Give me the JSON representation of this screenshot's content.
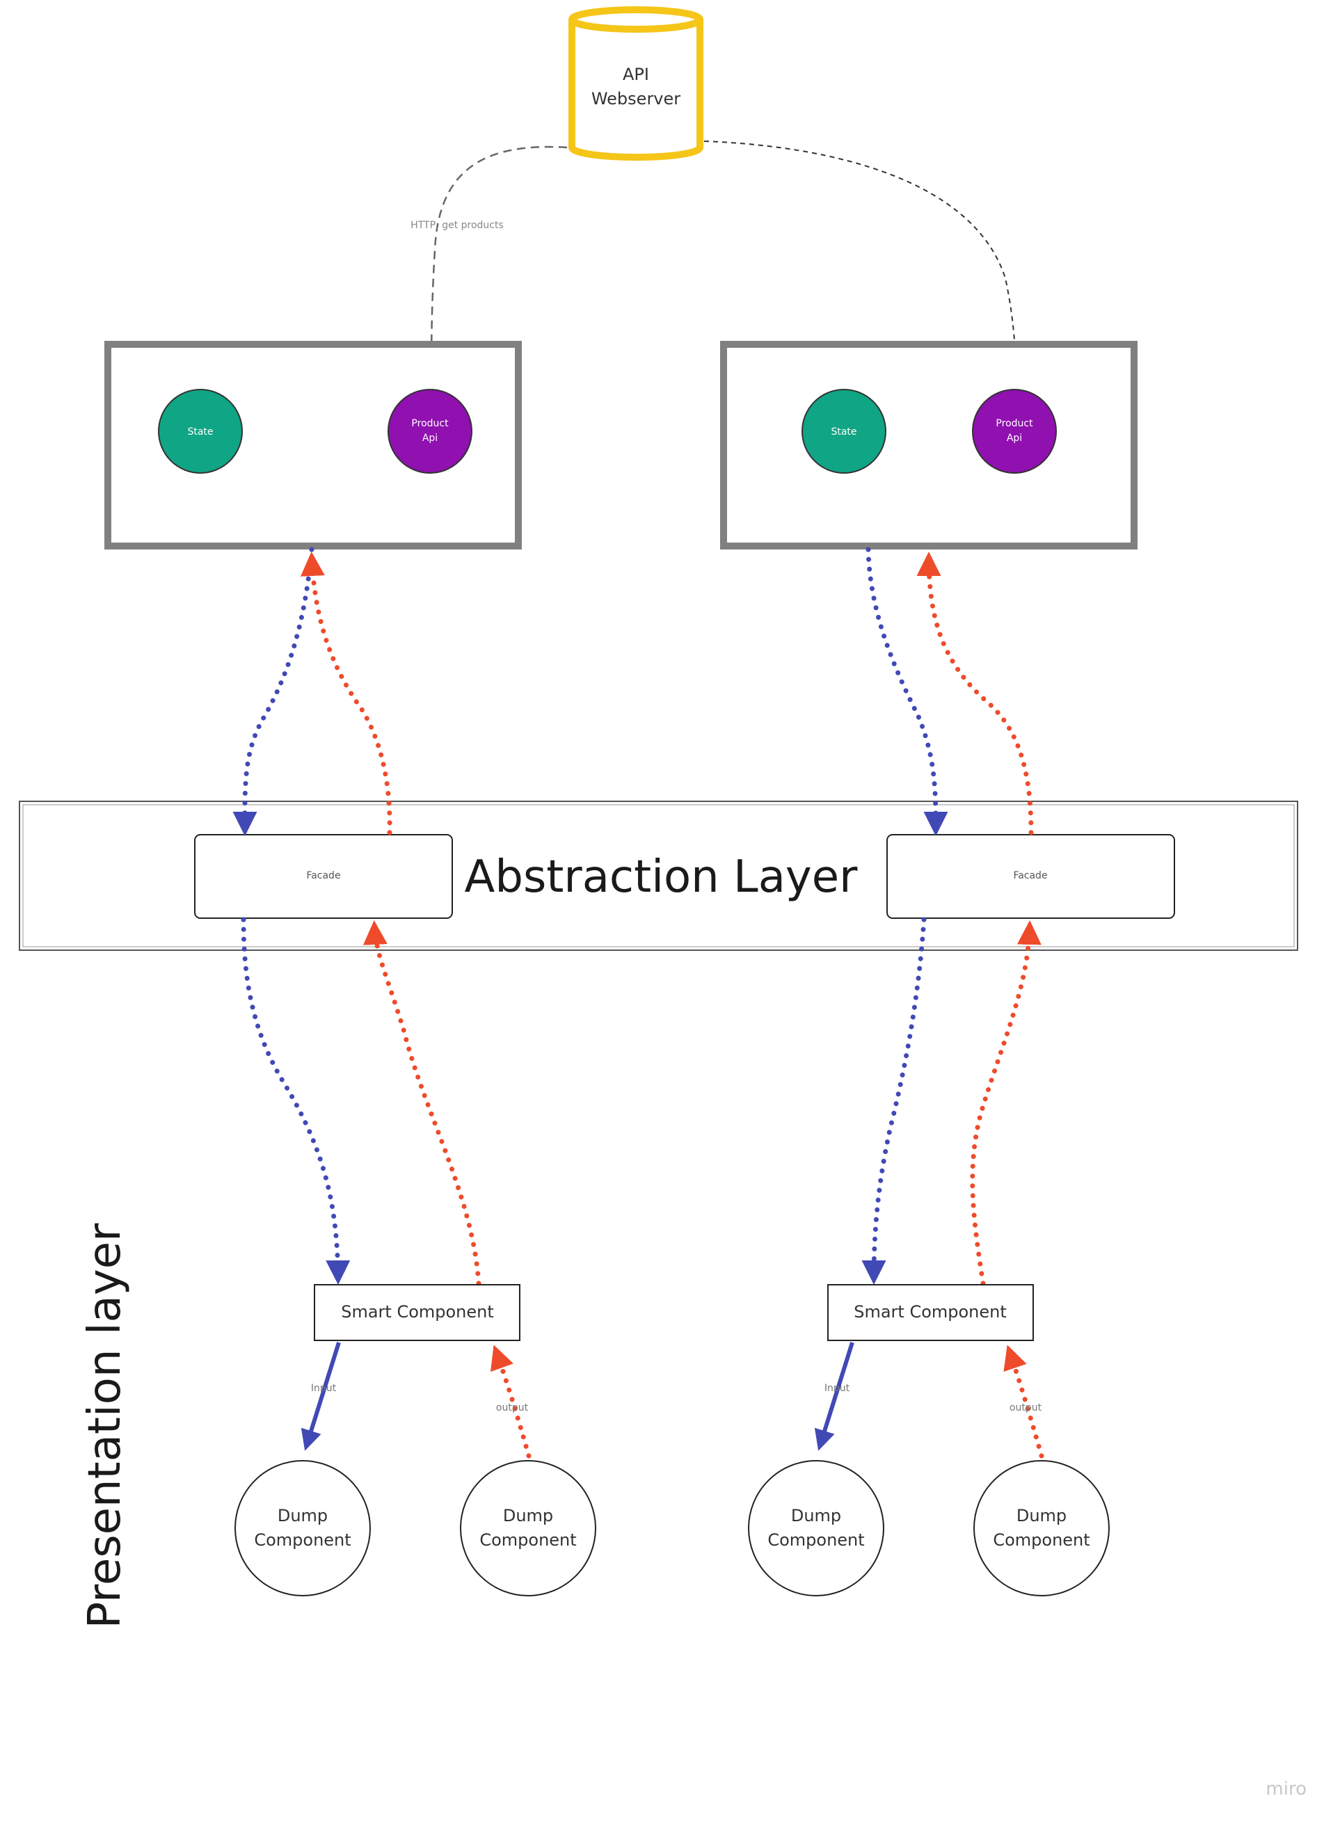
{
  "diagram": {
    "api_server": {
      "line1": "API",
      "line2": "Webserver",
      "color": "#f5c518"
    },
    "http_label": "HTTP: get products",
    "stores": [
      {
        "state_label": "State",
        "product_line1": "Product",
        "product_line2": "Api"
      },
      {
        "state_label": "State",
        "product_line1": "Product",
        "product_line2": "Api"
      }
    ],
    "abstraction_layer": {
      "title": "Abstraction Layer"
    },
    "facades": [
      "Facade",
      "Facade"
    ],
    "presentation_layer": {
      "title": "Presentation layer"
    },
    "smart_components": [
      "Smart Component",
      "Smart Component"
    ],
    "edge_labels": {
      "input": "Input",
      "output": "output"
    },
    "dump_components": [
      {
        "line1": "Dump",
        "line2": "Component"
      },
      {
        "line1": "Dump",
        "line2": "Component"
      },
      {
        "line1": "Dump",
        "line2": "Component"
      },
      {
        "line1": "Dump",
        "line2": "Component"
      }
    ],
    "watermark": "miro",
    "colors": {
      "store_border": "#808080",
      "state_fill": "#10a584",
      "product_api_fill": "#9010b0",
      "downstream_arrow": "#4149b5",
      "upstream_arrow": "#ee4b2b"
    }
  }
}
